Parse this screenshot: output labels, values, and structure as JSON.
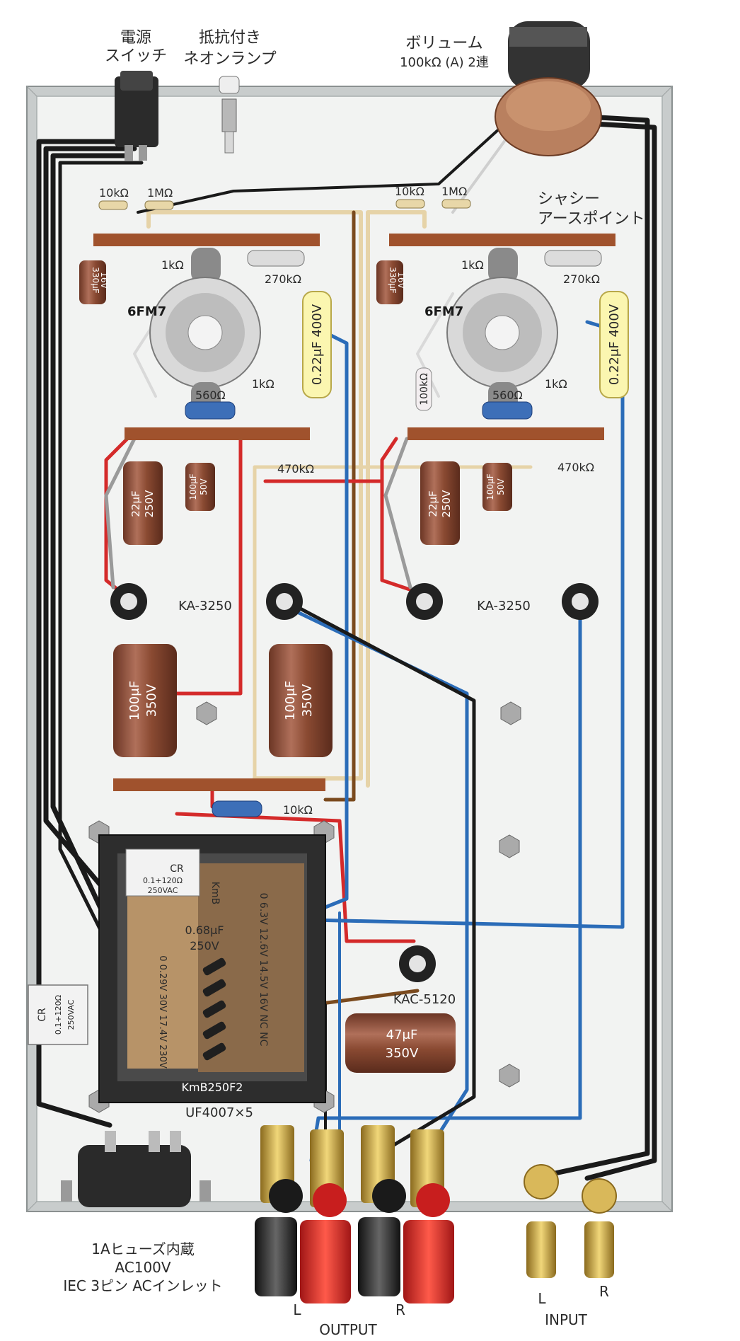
{
  "labels": {
    "power_switch_l1": "電源",
    "power_switch_l2": "スイッチ",
    "neon_l1": "抵抗付き",
    "neon_l2": "ネオンランプ",
    "volume_l1": "ボリューム",
    "volume_l2": "100kΩ (A) 2連",
    "chassis_earth_l1": "シャシー",
    "chassis_earth_l2": "アースポイント",
    "tube_left": "6FM7",
    "tube_right": "6FM7",
    "r10k_left": "10kΩ",
    "r1m_left": "1MΩ",
    "r10k_right": "10kΩ",
    "r1m_right": "1MΩ",
    "r1k_top_left": "1kΩ",
    "r1k_top_right": "1kΩ",
    "r270k_left": "270kΩ",
    "r270k_right": "270kΩ",
    "cap330_l1": "330μF",
    "cap330_l2": "16V",
    "cap330r_l1": "330μF",
    "cap330r_l2": "16V",
    "film_left": "0.22μF 400V",
    "film_right": "0.22μF 400V",
    "r1k_mid_left": "1kΩ",
    "r1k_mid_right": "1kΩ",
    "r560_left": "560Ω",
    "r560_right": "560Ω",
    "r100k": "100kΩ",
    "r470k_left": "470kΩ",
    "r470k_right": "470kΩ",
    "cap22_l1": "22μF",
    "cap22_l2": "250V",
    "cap22r_l1": "22μF",
    "cap22r_l2": "250V",
    "cap100s_l1": "100μF",
    "cap100s_l2": "50V",
    "cap100sr_l1": "100μF",
    "cap100sr_l2": "50V",
    "ka_left": "KA-3250",
    "ka_right": "KA-3250",
    "cap100big1_l1": "100μF",
    "cap100big1_l2": "350V",
    "cap100big2_l1": "100μF",
    "cap100big2_l2": "350V",
    "r10k_bottom": "10kΩ",
    "cr_top_l1": "CR",
    "cr_top_l2": "0.1+120Ω",
    "cr_top_l3": "250VAC",
    "cr_side_l1": "CR",
    "cr_side_l2": "0.1+120Ω",
    "cr_side_l3": "250VAC",
    "cap068_l1": "0.68μF",
    "cap068_l2": "250V",
    "tr_secondary_1": "0 6.3V 12.6V 14.5V 16V NC NC",
    "tr_primary": "0 0.29V 30V 17.4V 230V",
    "tr_model": "KmB250F2",
    "tr_brand": "KmB",
    "kac": "KAC-5120",
    "cap47_l1": "47μF",
    "cap47_l2": "350V",
    "uf4007": "UF4007×5",
    "inlet_l1": "1Aヒューズ内蔵",
    "inlet_l2": "AC100V",
    "inlet_l3": "IEC 3ピン ACインレット",
    "out_l": "L",
    "out_r": "R",
    "output": "OUTPUT",
    "in_l": "L",
    "in_r": "R",
    "input": "INPUT"
  },
  "colors": {
    "chassis_fill": "#f3f4f3",
    "chassis_edge": "#9aa0a0",
    "terminal_strip": "#a0522d",
    "wire_red": "#d42a2a",
    "wire_blue": "#2b6cb8",
    "wire_black": "#1a1a1a",
    "wire_brown": "#7a4a1e",
    "wire_beige": "#e6d3a8",
    "wire_gray": "#9a9a9a",
    "electrolytic": "#8a4a32",
    "film_cap": "#fbf6b0",
    "transformer": "#2d2d2d"
  }
}
